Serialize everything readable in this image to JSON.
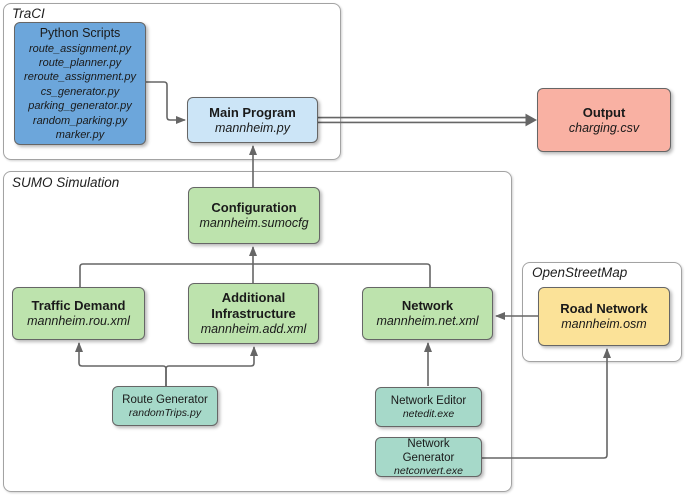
{
  "colors": {
    "python_scripts_blue": "#6CA6DB",
    "main_program_blue": "#CCE5F7",
    "output_salmon": "#F9B1A3",
    "sumo_green": "#BDE3AD",
    "osm_yellow": "#FBE298",
    "tool_teal": "#A6D9C9",
    "edge_gray": "#666666",
    "container_border_gray": "#A3A3A3"
  },
  "containers": {
    "traci": {
      "label": "TraCI"
    },
    "sumo": {
      "label": "SUMO Simulation"
    },
    "openstreetmap": {
      "label": "OpenStreetMap"
    }
  },
  "nodes": {
    "python_scripts": {
      "title": "Python Scripts",
      "lines": [
        "route_assignment.py",
        "route_planner.py",
        "reroute_assignment.py",
        "cs_generator.py",
        "parking_generator.py",
        "random_parking.py",
        "marker.py"
      ]
    },
    "main_program": {
      "title": "Main Program",
      "subtitle": "mannheim.py"
    },
    "output": {
      "title": "Output",
      "subtitle": "charging.csv"
    },
    "configuration": {
      "title": "Configuration",
      "subtitle": "mannheim.sumocfg"
    },
    "traffic_demand": {
      "title": "Traffic Demand",
      "subtitle": "mannheim.rou.xml"
    },
    "additional_infrastructure": {
      "title": "Additional Infrastructure",
      "subtitle": "mannheim.add.xml"
    },
    "network": {
      "title": "Network",
      "subtitle": "mannheim.net.xml"
    },
    "road_network": {
      "title": "Road Network",
      "subtitle": "mannheim.osm"
    },
    "route_generator": {
      "title": "Route Generator",
      "subtitle": "randomTrips.py"
    },
    "network_editor": {
      "title": "Network Editor",
      "subtitle": "netedit.exe"
    },
    "network_generator": {
      "title": "Network Generator",
      "subtitle": "netconvert.exe"
    }
  },
  "edges": [
    {
      "from": "python_scripts",
      "to": "main_program",
      "style": "arrow"
    },
    {
      "from": "main_program",
      "to": "output",
      "style": "double-line-arrow"
    },
    {
      "from": "configuration",
      "to": "main_program",
      "style": "arrow"
    },
    {
      "from": "traffic_demand",
      "to": "configuration",
      "style": "line"
    },
    {
      "from": "additional_infrastructure",
      "to": "configuration",
      "style": "arrow"
    },
    {
      "from": "network",
      "to": "configuration",
      "style": "line"
    },
    {
      "from": "route_generator",
      "to": "traffic_demand",
      "style": "arrow"
    },
    {
      "from": "route_generator",
      "to": "additional_infrastructure",
      "style": "arrow"
    },
    {
      "from": "network_editor",
      "to": "network",
      "style": "arrow"
    },
    {
      "from": "network_generator",
      "to": "road_network",
      "style": "arrow"
    },
    {
      "from": "road_network",
      "to": "network",
      "style": "arrow"
    }
  ]
}
